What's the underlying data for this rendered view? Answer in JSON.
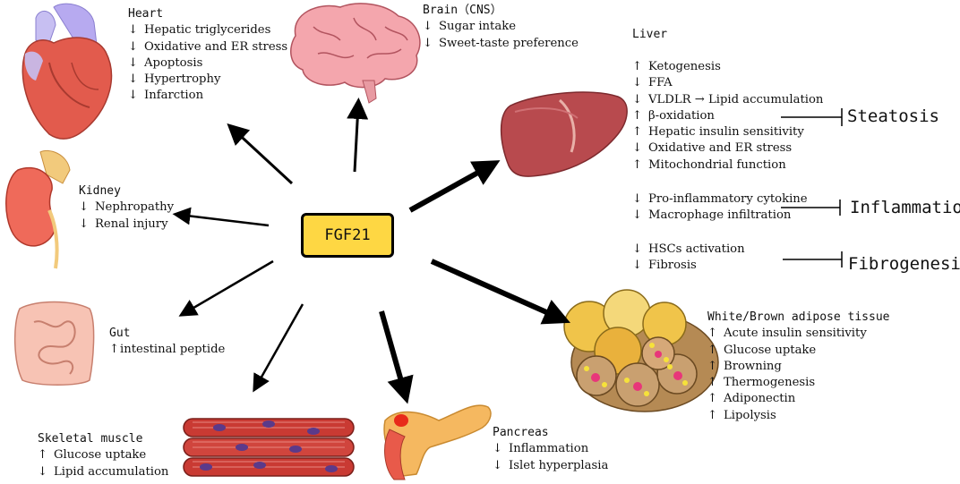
{
  "center": "FGF21",
  "organs": {
    "heart": {
      "title": "Heart",
      "items": [
        {
          "dir": "↓",
          "text": "Hepatic triglycerides"
        },
        {
          "dir": "↓",
          "text": "Oxidative and ER stress"
        },
        {
          "dir": "↓",
          "text": "Apoptosis"
        },
        {
          "dir": "↓",
          "text": "Hypertrophy"
        },
        {
          "dir": "↓",
          "text": "Infarction"
        }
      ]
    },
    "brain": {
      "title": "Brain（CNS）",
      "items": [
        {
          "dir": "↓",
          "text": "Sugar intake"
        },
        {
          "dir": "↓",
          "text": "Sweet-taste preference"
        }
      ]
    },
    "liver": {
      "title": "Liver",
      "group1": [
        {
          "dir": "↑",
          "text": "Ketogenesis"
        },
        {
          "dir": "↓",
          "text": "FFA"
        },
        {
          "dir": "↓",
          "text": "VLDLR → Lipid accumulation"
        },
        {
          "dir": "↑",
          "text": "β-oxidation"
        },
        {
          "dir": "↑",
          "text": "Hepatic insulin sensitivity"
        },
        {
          "dir": "↓",
          "text": "Oxidative and ER stress"
        },
        {
          "dir": "↑",
          "text": "Mitochondrial function"
        }
      ],
      "group2": [
        {
          "dir": "↓",
          "text": "Pro-inflammatory cytokine"
        },
        {
          "dir": "↓",
          "text": "Macrophage infiltration"
        }
      ],
      "group3": [
        {
          "dir": "↓",
          "text": "HSCs activation"
        },
        {
          "dir": "↓",
          "text": "Fibrosis"
        }
      ],
      "outcomes": {
        "steatosis": "Steatosis",
        "inflammation": "Inflammation",
        "fibrogenesis": "Fibrogenesis"
      }
    },
    "kidney": {
      "title": "Kidney",
      "items": [
        {
          "dir": "↓",
          "text": "Nephropathy"
        },
        {
          "dir": "↓",
          "text": "Renal injury"
        }
      ]
    },
    "gut": {
      "title": "Gut",
      "items": [
        {
          "dir": "↑",
          "text": "intestinal peptide"
        }
      ]
    },
    "adipose": {
      "title": "White/Brown adipose tissue",
      "items": [
        {
          "dir": "↑",
          "text": "Acute insulin sensitivity"
        },
        {
          "dir": "↑",
          "text": "Glucose uptake"
        },
        {
          "dir": "↑",
          "text": "Browning"
        },
        {
          "dir": "↑",
          "text": "Thermogenesis"
        },
        {
          "dir": "↑",
          "text": "Adiponectin"
        },
        {
          "dir": "↑",
          "text": "Lipolysis"
        }
      ]
    },
    "muscle": {
      "title": "Skeletal muscle",
      "items": [
        {
          "dir": "↑",
          "text": "Glucose uptake"
        },
        {
          "dir": "↓",
          "text": "Lipid accumulation"
        }
      ]
    },
    "pancreas": {
      "title": "Pancreas",
      "items": [
        {
          "dir": "↓",
          "text": "Inflammation"
        },
        {
          "dir": "↓",
          "text": "Islet hyperplasia"
        }
      ]
    }
  },
  "colors": {
    "center_fill": "#fed743",
    "heart": "#e25b4d",
    "brain": "#f4a6ad",
    "liver": "#b84a4e",
    "kidney": "#ef6a5a",
    "gut": "#f7c3b4",
    "muscle": "#c93a33",
    "pancreas": "#f5b860",
    "adipose": "#f0c44a"
  },
  "icons": [
    "heart-icon",
    "brain-icon",
    "liver-icon",
    "kidney-icon",
    "gut-icon",
    "adipose-icon",
    "muscle-icon",
    "pancreas-icon"
  ]
}
